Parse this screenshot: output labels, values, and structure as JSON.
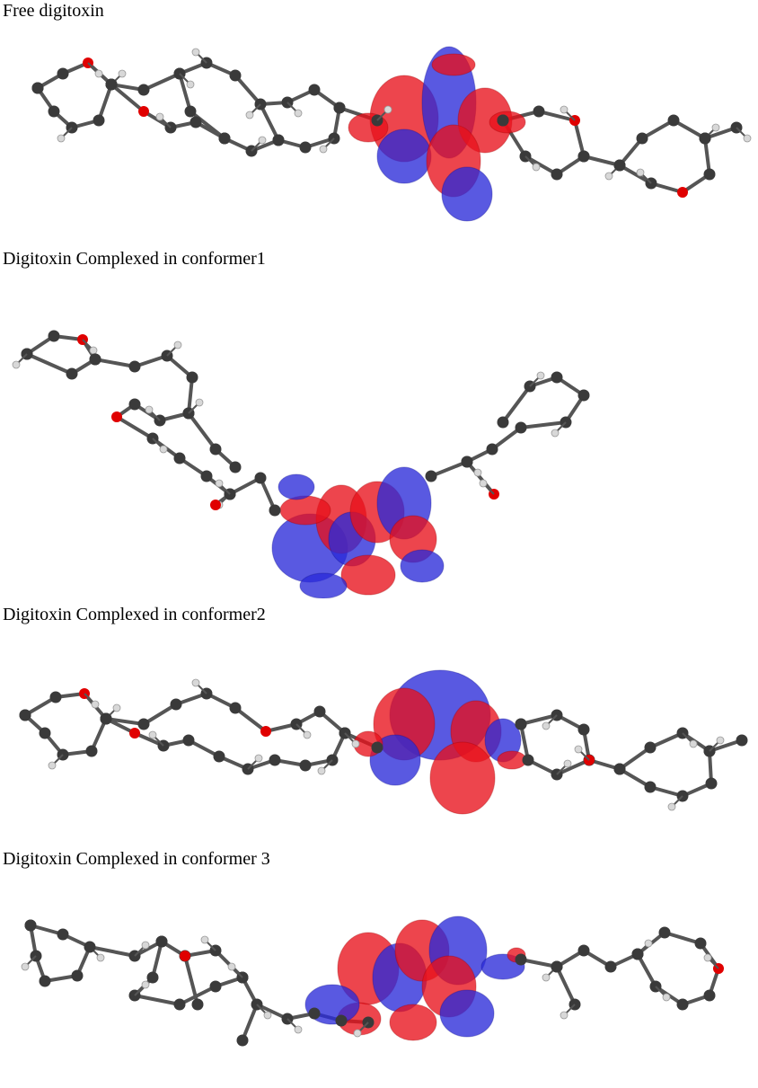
{
  "figure": {
    "panels": [
      {
        "title": "Free digitoxin"
      },
      {
        "title": "Digitoxin Complexed in conformer1"
      },
      {
        "title": "Digitoxin Complexed in conformer2"
      },
      {
        "title": "Digitoxin Complexed in conformer 3"
      }
    ],
    "colors": {
      "carbon": "#3a3a3a",
      "hydrogen": "#d8d8d8",
      "oxygen": "#e00000",
      "nitrogen": "#2020d0",
      "orbital_positive": "#e8111b",
      "orbital_negative": "#2a2ad8",
      "bond": "#555555"
    }
  }
}
